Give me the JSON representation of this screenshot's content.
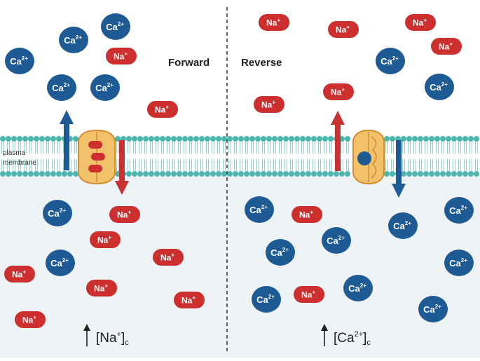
{
  "colors": {
    "ca_ion": "#1e5a93",
    "na_ion": "#cd2e2e",
    "membrane_head": "#4bb6ae",
    "membrane_tail": "#8fd3cd",
    "cytoplasm": "#eef3f6",
    "arrow_blue": "#1e5a93",
    "arrow_red": "#c83232",
    "exchanger_fill": "#f2c26b",
    "exchanger_stroke": "#d58a2c"
  },
  "labels": {
    "forward": "Forward",
    "reverse": "Reverse",
    "membrane_line1": "plasma",
    "membrane_line2": "membrane",
    "ca_symbol": "Ca",
    "ca_charge": "2+",
    "na_symbol": "Na",
    "na_charge": "+",
    "conc_left_symbol": "[Na",
    "conc_left_charge": "+",
    "conc_left_close": "]",
    "conc_left_sub": "c",
    "conc_right_symbol": "[Ca",
    "conc_right_charge": "2+",
    "conc_right_close": "]",
    "conc_right_sub": "c"
  }
}
